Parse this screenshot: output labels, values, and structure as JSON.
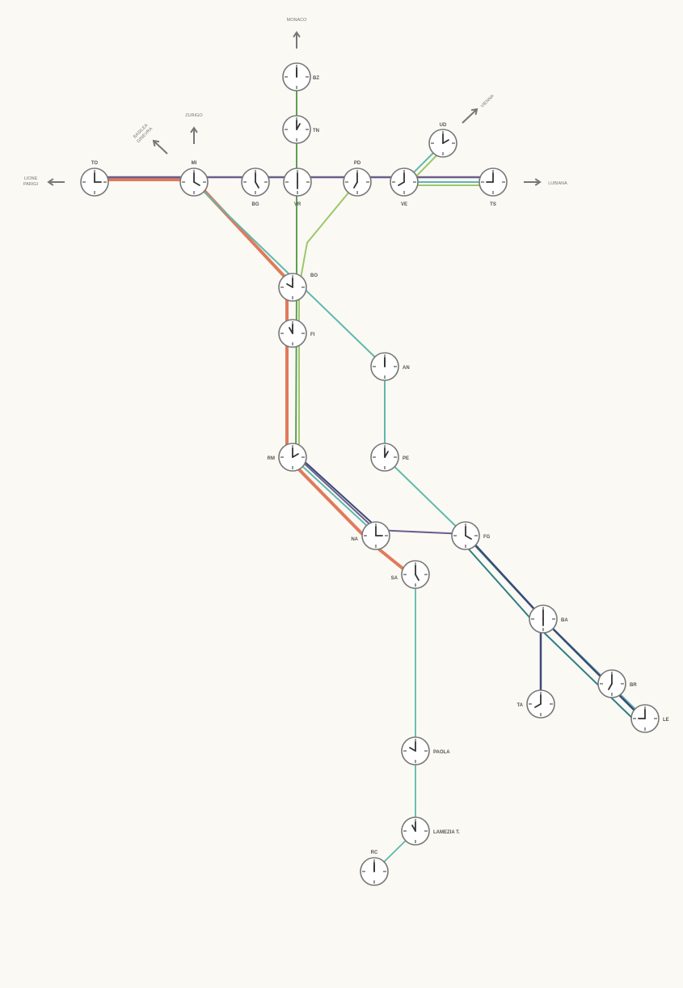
{
  "colors": {
    "background": "#fbf9f4",
    "orange": "#e07a5c",
    "purple": "#6b5f8e",
    "teal": "#5fb8ae",
    "green": "#5e9e57",
    "lightgreen": "#9cc76a",
    "navy": "#3b4a78",
    "darkteal": "#2f7f83"
  },
  "stations": [
    {
      "id": "bz",
      "label": "BZ"
    },
    {
      "id": "tn",
      "label": "TN"
    },
    {
      "id": "ud",
      "label": "UD"
    },
    {
      "id": "to",
      "label": "TO"
    },
    {
      "id": "mi",
      "label": "MI"
    },
    {
      "id": "bg",
      "label": "BG"
    },
    {
      "id": "vr",
      "label": "VR"
    },
    {
      "id": "pd",
      "label": "PD"
    },
    {
      "id": "ve",
      "label": "VE"
    },
    {
      "id": "ts",
      "label": "TS"
    },
    {
      "id": "bo",
      "label": "BO"
    },
    {
      "id": "fi",
      "label": "FI"
    },
    {
      "id": "an",
      "label": "AN"
    },
    {
      "id": "pe",
      "label": "PE"
    },
    {
      "id": "rm",
      "label": "RM"
    },
    {
      "id": "na",
      "label": "NA"
    },
    {
      "id": "fg",
      "label": "FG"
    },
    {
      "id": "sa",
      "label": "SA"
    },
    {
      "id": "ba",
      "label": "BA"
    },
    {
      "id": "br",
      "label": "BR"
    },
    {
      "id": "ta",
      "label": "TA"
    },
    {
      "id": "le",
      "label": "LE"
    },
    {
      "id": "paola",
      "label": "PAOLA"
    },
    {
      "id": "lamezia",
      "label": "LAMEZIA T."
    },
    {
      "id": "rc",
      "label": "RC"
    }
  ],
  "directions": [
    {
      "id": "monaco",
      "label": "MONACO",
      "arrow": "up"
    },
    {
      "id": "zurigo",
      "label": "ZURIGO",
      "arrow": "up"
    },
    {
      "id": "basilea",
      "label": "BASILEA GINEVRA",
      "arrow": "up-left"
    },
    {
      "id": "lione",
      "label": "LIONE PARIGI",
      "arrow": "left"
    },
    {
      "id": "vienna",
      "label": "VIENNA",
      "arrow": "up-right"
    },
    {
      "id": "lubiana",
      "label": "LUBIANA",
      "arrow": "right"
    }
  ]
}
